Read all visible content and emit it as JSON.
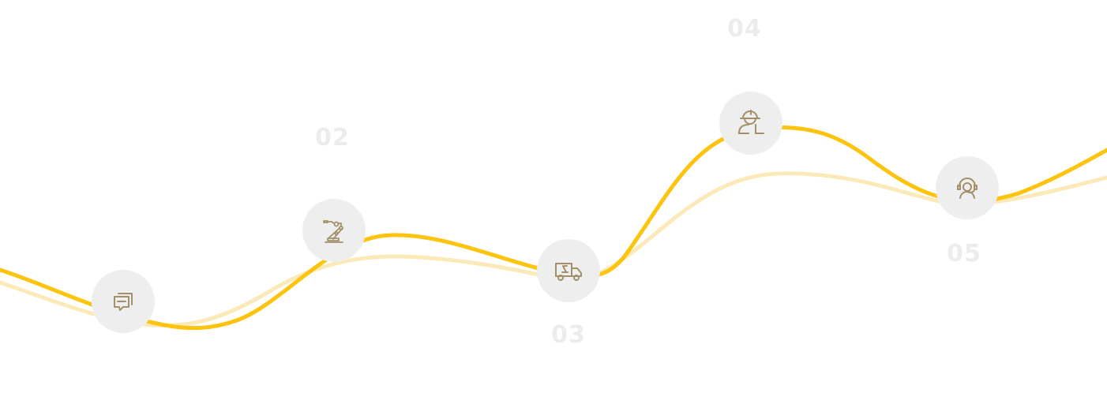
{
  "colors": {
    "main_curve": "#fcc30f",
    "shadow_curve": "#fbe9b8",
    "node_background": "#eeeeee",
    "icon": "#a3906a",
    "number_text": "#ececec"
  },
  "steps": [
    {
      "number": "",
      "icon": "chat-message-icon"
    },
    {
      "number": "02",
      "icon": "robot-arm-icon"
    },
    {
      "number": "03",
      "icon": "delivery-truck-icon"
    },
    {
      "number": "04",
      "icon": "engineer-helmet-icon"
    },
    {
      "number": "05",
      "icon": "customer-support-headset-icon"
    }
  ]
}
